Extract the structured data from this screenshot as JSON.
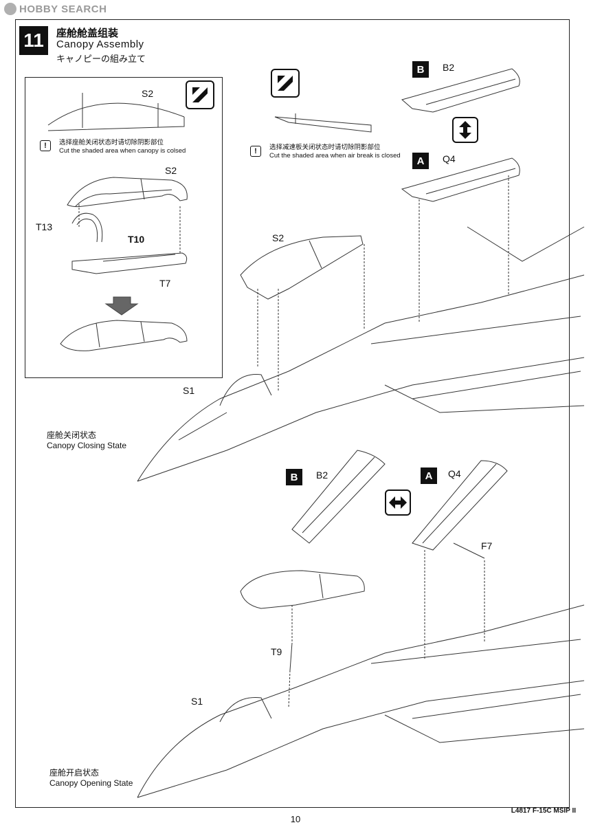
{
  "watermark": {
    "text": "HOBBY SEARCH"
  },
  "step": {
    "number": "11",
    "title_zh": "座舱舱盖组装",
    "title_en": "Canopy Assembly",
    "title_jp": "キャノピーの組み立て"
  },
  "inset": {
    "part_top": "S2",
    "note_zh": "选择座舱关闭状态时请切除阴影部位",
    "note_en": "Cut the shaded area when canopy is colsed",
    "part_canopy": "S2",
    "part_t13": "T13",
    "part_t10": "T10",
    "part_t7": "T7"
  },
  "airbrake_note": {
    "note_zh": "选择减速板关闭状态时请切除阴影部位",
    "note_en": "Cut the shaded area when air break is closed"
  },
  "closed": {
    "option_b": "B",
    "part_b": "B2",
    "option_a": "A",
    "part_a": "Q4",
    "canopy": "S2",
    "fuselage": "S1",
    "state_zh": "座舱关闭状态",
    "state_en": "Canopy Closing State"
  },
  "open": {
    "option_b": "B",
    "part_b": "B2",
    "option_a": "A",
    "part_a": "Q4",
    "rod": "F7",
    "strut": "T9",
    "fuselage": "S1",
    "state_zh": "座舱开启状态",
    "state_en": "Canopy Opening State"
  },
  "footer": {
    "page": "10",
    "model": "L4817 F-15C MSIP II"
  },
  "icons": [
    "cut-icon",
    "warning-icon",
    "swap-vertical-icon",
    "swap-horizontal-icon",
    "arrow-down-icon"
  ]
}
